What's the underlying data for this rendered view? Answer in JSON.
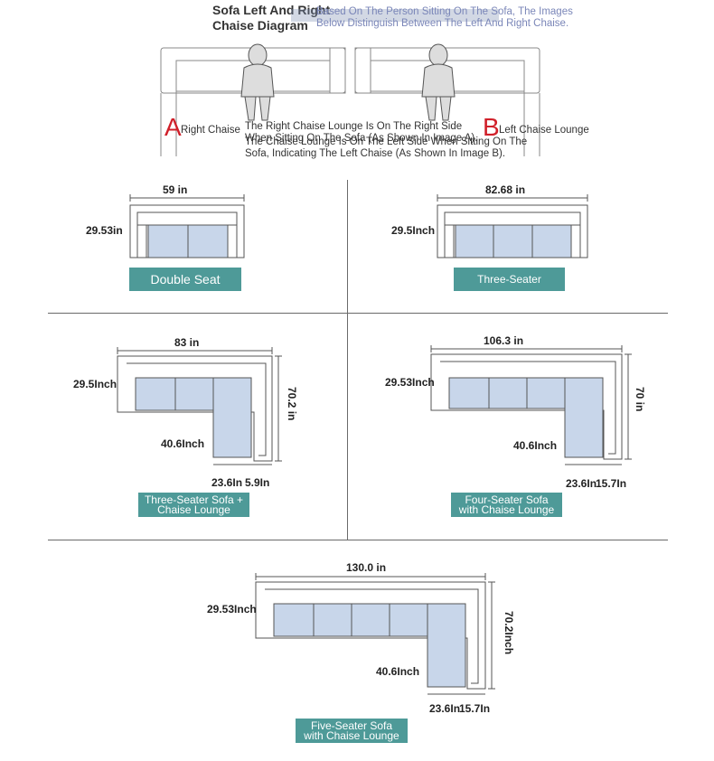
{
  "header": {
    "title_line1": "Sofa Left And Right",
    "title_line2": "Chaise Diagram",
    "note_line1": "Based On The Person Sitting On The Sofa, The Images",
    "note_line2": "Below Distinguish Between The Left And Right Chaise."
  },
  "chaise_a": {
    "letter": "A",
    "label": "Right Chaise",
    "desc_line1": "The Right Chaise Lounge Is On The Right Side",
    "desc_line2": "When Sitting On The Sofa (As Shown In Image A)."
  },
  "chaise_b": {
    "letter": "B",
    "label": "Left Chaise Lounge",
    "desc_line1": "The Chaise Lounge Is On The Left Side When Sitting On The",
    "desc_line2": "Sofa, Indicating The Left Chaise (As Shown In Image B)."
  },
  "models": {
    "double": {
      "name": "Double Seat",
      "width": "59 in",
      "depth": "29.53in"
    },
    "three": {
      "name": "Three-Seater",
      "width": "82.68 in",
      "depth": "29.5Inch"
    },
    "three_chaise": {
      "name_line1": "Three-Seater Sofa +",
      "name_line2": "Chaise Lounge",
      "width": "83 in",
      "depth": "29.5Inch",
      "length": "70.2 in",
      "inner": "40.6Inch",
      "chaise_w": "23.6In",
      "arm": "5.9In"
    },
    "four_chaise": {
      "name_line1": "Four-Seater Sofa",
      "name_line2": "with Chaise Lounge",
      "width": "106.3 in",
      "depth": "29.53Inch",
      "length": "70 in",
      "inner": "40.6Inch",
      "chaise_w": "23.6In",
      "arm": "15.7In"
    },
    "five_chaise": {
      "name_line1": "Five-Seater Sofa",
      "name_line2": "with Chaise Lounge",
      "width": "130.0 in",
      "depth": "29.53Inch",
      "length": "70.2Inch",
      "inner": "40.6Inch",
      "chaise_w": "23.6In",
      "arm": "15.7In"
    }
  },
  "colors": {
    "cushion": "#c8d6ea",
    "label_bg": "#4e9a98",
    "accent_red": "#d0202a"
  }
}
